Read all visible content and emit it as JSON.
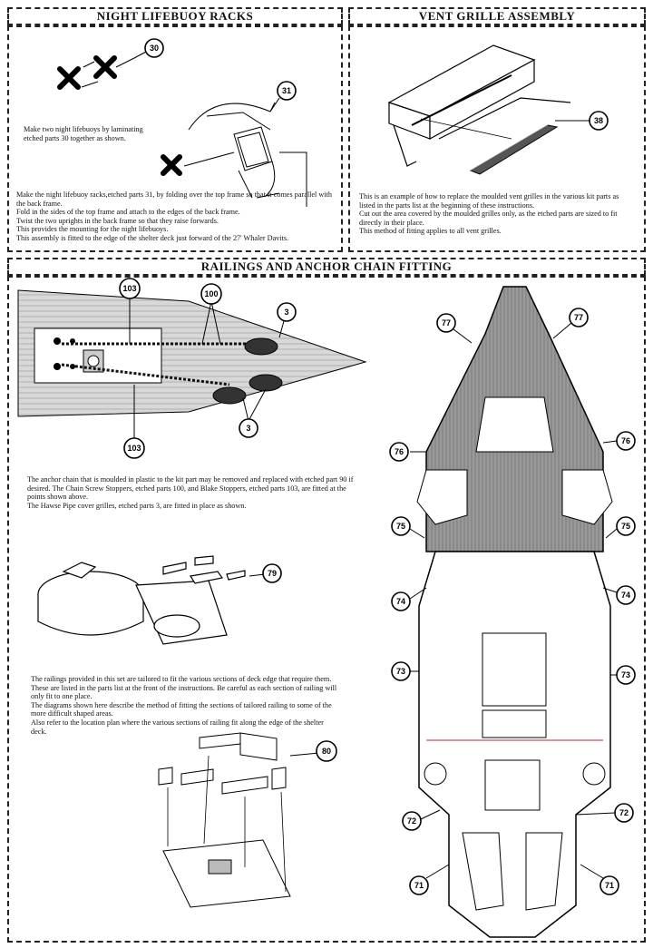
{
  "sections": {
    "lifebuoy": {
      "title": "NIGHT LIFEBUOY RACKS",
      "note": "Make two night lifebuoys by laminating etched parts 30 together as shown.",
      "paragraph": [
        "Make the night lifebuoy racks,etched parts 31, by folding over the top frame so that it comes parallel with the back frame.",
        "Fold in the sides of the top frame and attach to the edges of the back frame.",
        "Twist the two uprights in the back frame so that they raise forwards.",
        "This provides the mounting for the night lifebuoys.",
        "This assembly is fitted to the edge of the shelter deck just forward of the 27' Whaler Davits."
      ],
      "callouts": [
        "30",
        "31"
      ]
    },
    "vent": {
      "title": "VENT GRILLE ASSEMBLY",
      "paragraph": [
        "This is an example of how to replace the moulded vent grilles in the various kit parts as listed in the parts list at the beginning of these instructions.",
        "Cut out the area covered by the moulded grilles only, as the etched parts are sized to fit directly in their place.",
        "This method of fitting applies to all vent grilles."
      ],
      "callouts": [
        "38"
      ]
    },
    "railings": {
      "title": "RAILINGS AND ANCHOR CHAIN FITTING",
      "anchor_paragraph": [
        "The anchor chain that is moulded in plastic to the kit part may be removed and replaced with etched part 90 if desired. The Chain Screw Stoppers, etched parts 100, and Blake Stoppers, etched parts 103, are fitted at the points shown above.",
        "The Hawse Pipe cover grilles, etched parts 3, are fitted in place as shown."
      ],
      "railing_paragraph": [
        "The railings provided in this set are tailored to fit the various sections of deck edge that require them.",
        "These are listed in the parts list at the front of the instructions. Be careful as each section of railing will only fit to one place.",
        "The diagrams shown here describe the method of fitting the sections of tailored railing to some of the more difficult shaped areas.",
        "Also refer to the location plan where the various sections of railing fit along the edge of the shelter deck."
      ],
      "bow_callouts": [
        "103",
        "100",
        "3",
        "3",
        "103"
      ],
      "fitting_callouts": [
        "79",
        "80"
      ],
      "deck_callouts": [
        "77",
        "77",
        "76",
        "76",
        "75",
        "75",
        "74",
        "74",
        "73",
        "73",
        "72",
        "72",
        "71",
        "71"
      ]
    }
  }
}
